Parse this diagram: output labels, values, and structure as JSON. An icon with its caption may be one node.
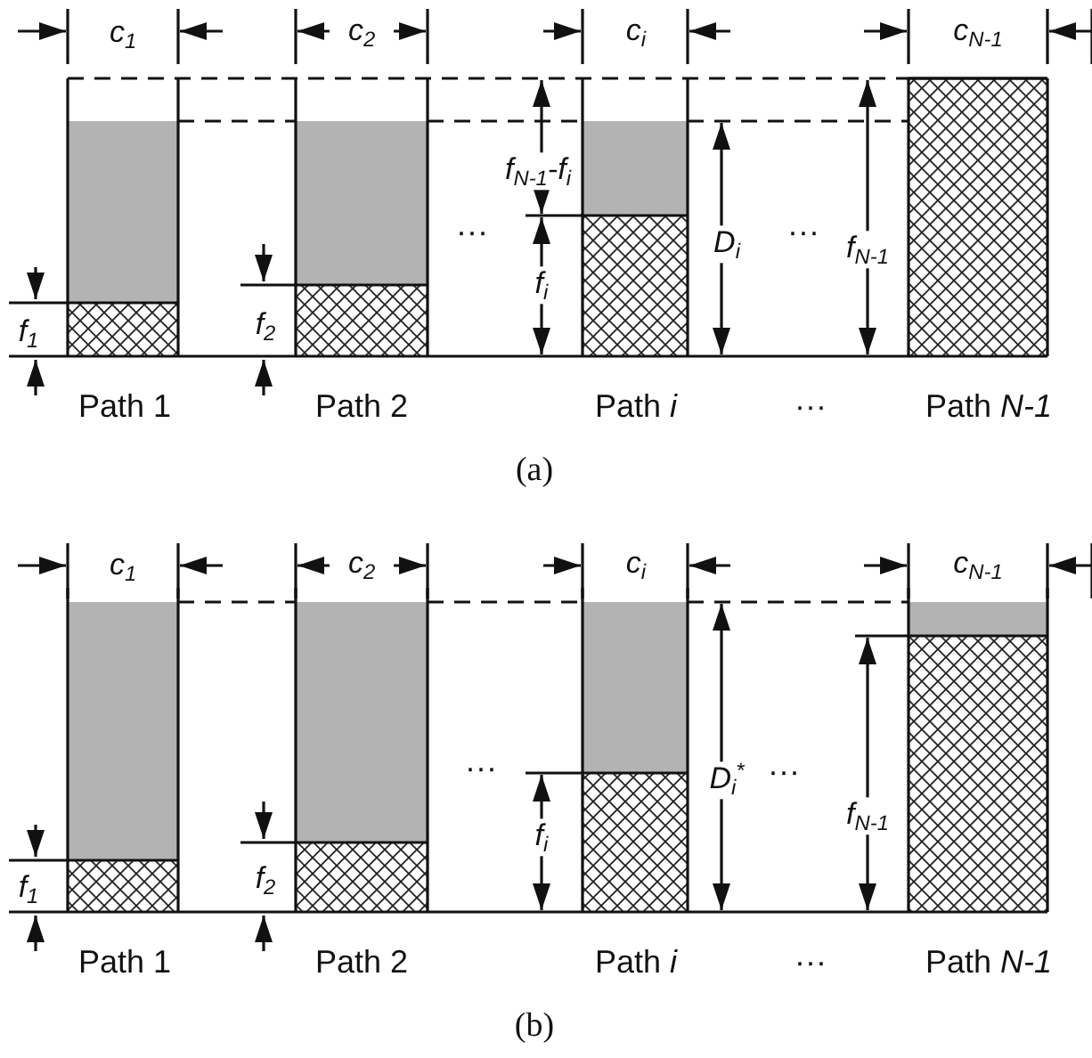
{
  "diagram": {
    "labels": [
      "c$_{1}$",
      "c$_{2}$",
      "c$_{i}$",
      "c$_{N-1}$",
      "f$_{N-1}$-f$_{i}$",
      "f$_{i}$",
      "D$_{i}$",
      "f$_{N-1}$",
      "f$_{1}$",
      "f$_{2}$",
      "···",
      "···",
      "Path 1",
      "Path 2",
      "Path *i*",
      "···",
      "Path *N-1*",
      "(a)",
      "c$_{1}$",
      "c$_{2}$",
      "c$_{i}$",
      "c$_{N-1}$",
      "D$_{i}$$^{*}$",
      "f$_{N-1}$",
      "f$_{i}$",
      "f$_{1}$",
      "f$_{2}$",
      "···",
      "···",
      "Path 1",
      "Path 2",
      "Path *i*",
      "···",
      "Path *N-1*",
      "(b)"
    ]
  }
}
